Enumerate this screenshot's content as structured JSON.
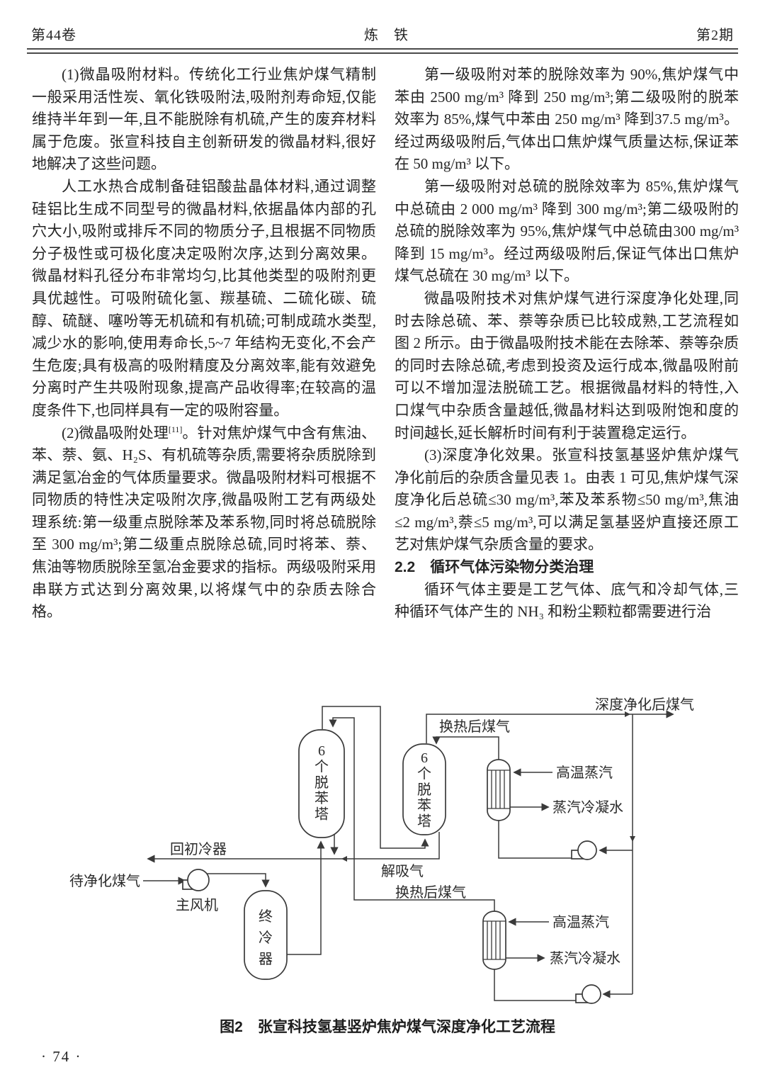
{
  "page": {
    "bg": "#ffffff",
    "text_color": "#252525",
    "line_color": "#3a3a3a"
  },
  "header": {
    "volume": "第44卷",
    "journal": "炼　铁",
    "issue": "第2期"
  },
  "footer": {
    "page_number": "· 74 ·"
  },
  "article": {
    "left": [
      {
        "segments": [
          {
            "t": "(1)微晶吸附材料。传统化工行业焦炉煤气精制一般采用活性炭、氧化铁吸附法,吸附剂寿命短,仅能维持半年到一年,且不能脱除有机硫,产生的废弃材料属于危废。张宣科技自主创新研发的微晶材料,很好地解决了这些问题。"
          }
        ]
      },
      {
        "segments": [
          {
            "t": "人工水热合成制备硅铝酸盐晶体材料,通过调整硅铝比生成不同型号的微晶材料,依据晶体内部的孔穴大小,吸附或排斥不同的物质分子,且根据不同物质分子极性或可极化度决定吸附次序,达到分离效果。微晶材料孔径分布非常均匀,比其他类型的吸附剂更具优越性。可吸附硫化氢、羰基硫、二硫化碳、硫醇、硫醚、噻吩等无机硫和有机硫;可制成疏水类型,减少水的影响,使用寿命长,5~7 年结构无变化,不会产生危废;具有极高的吸附精度及分离效率,能有效避免分离时产生共吸附现象,提高产品收得率;在较高的温度条件下,也同样具有一定的吸附容量。"
          }
        ]
      },
      {
        "segments": [
          {
            "t": "(2)微晶吸附处理"
          },
          {
            "t": "[11]",
            "s": "sup"
          },
          {
            "t": "。针对焦炉煤气中含有焦油、苯、萘、氨、H₂S、有机硫等杂质,需要将杂质脱除到满足氢冶金的气体质量要求。微晶吸附材料可根据不同物质的特性决定吸附次序,微晶吸附工艺有两级处理系统:第一级重点脱除苯及苯系物,同时将总硫脱除至 300 mg/m³;第二级重点脱除总硫,同时将苯、萘、焦油等物质脱除至氢冶金要求的指标。两级吸附采用串联方式达到分离效果,以将煤气中的杂质去除合格。"
          }
        ]
      }
    ],
    "right": [
      {
        "segments": [
          {
            "t": "第一级吸附对苯的脱除效率为 90%,焦炉煤气中苯由 2500 mg/m³ 降到 250 mg/m³;第二级吸附的脱苯效率为 85%,煤气中苯由 250 mg/m³ 降到37.5 mg/m³。经过两级吸附后,气体出口焦炉煤气质量达标,保证苯在 50 mg/m³ 以下。"
          }
        ]
      },
      {
        "segments": [
          {
            "t": "第一级吸附对总硫的脱除效率为 85%,焦炉煤气中总硫由 2 000 mg/m³ 降到 300 mg/m³;第二级吸附的总硫的脱除效率为 95%,焦炉煤气中总硫由300 mg/m³ 降到 15 mg/m³。经过两级吸附后,保证气体出口焦炉煤气总硫在 30 mg/m³ 以下。"
          }
        ]
      },
      {
        "segments": [
          {
            "t": "微晶吸附技术对焦炉煤气进行深度净化处理,同时去除总硫、苯、萘等杂质已比较成熟,工艺流程如图 2 所示。由于微晶吸附技术能在去除苯、萘等杂质的同时去除总硫,考虑到投资及运行成本,微晶吸附前可以不增加湿法脱硫工艺。根据微晶材料的特性,入口煤气中杂质含量越低,微晶材料达到吸附饱和度的时间越长,延长解析时间有利于装置稳定运行。"
          }
        ]
      },
      {
        "segments": [
          {
            "t": "(3)深度净化效果。张宣科技氢基竖炉焦炉煤气净化前后的杂质含量见表 1。由表 1 可见,焦炉煤气深度净化后总硫≤30 mg/m³,苯及苯系物≤50 mg/m³,焦油≤2 mg/m³,萘≤5 mg/m³,可以满足氢基竖炉直接还原工艺对焦炉煤气杂质含量的要求。"
          }
        ]
      },
      {
        "heading": true,
        "segments": [
          {
            "t": "2.2　循环气体污染物分类治理"
          }
        ]
      },
      {
        "segments": [
          {
            "t": "循环气体主要是工艺气体、底气和冷却气体,三种循环气体产生的 NH₃ 和粉尘颗粒都需要进行治"
          }
        ]
      }
    ]
  },
  "figure": {
    "caption": "图2　张宣科技氢基竖炉焦炉煤气深度净化工艺流程",
    "labels": {
      "raw_gas": "待净化煤气",
      "main_fan": "主风机",
      "final_cooler": "终冷器",
      "tower1": "6个脱苯塔",
      "tower2": "6个脱苯塔",
      "to_initial_cooler": "回初冷器",
      "desorbed_gas": "解吸气",
      "hx_gas_top": "换热后煤气",
      "hx_gas_bottom": "换热后煤气",
      "purified_gas": "深度净化后煤气",
      "hot_steam_top": "高温蒸汽",
      "steam_condensate_top": "蒸汽冷凝水",
      "hot_steam_bottom": "高温蒸汽",
      "steam_condensate_bottom": "蒸汽冷凝水"
    }
  }
}
